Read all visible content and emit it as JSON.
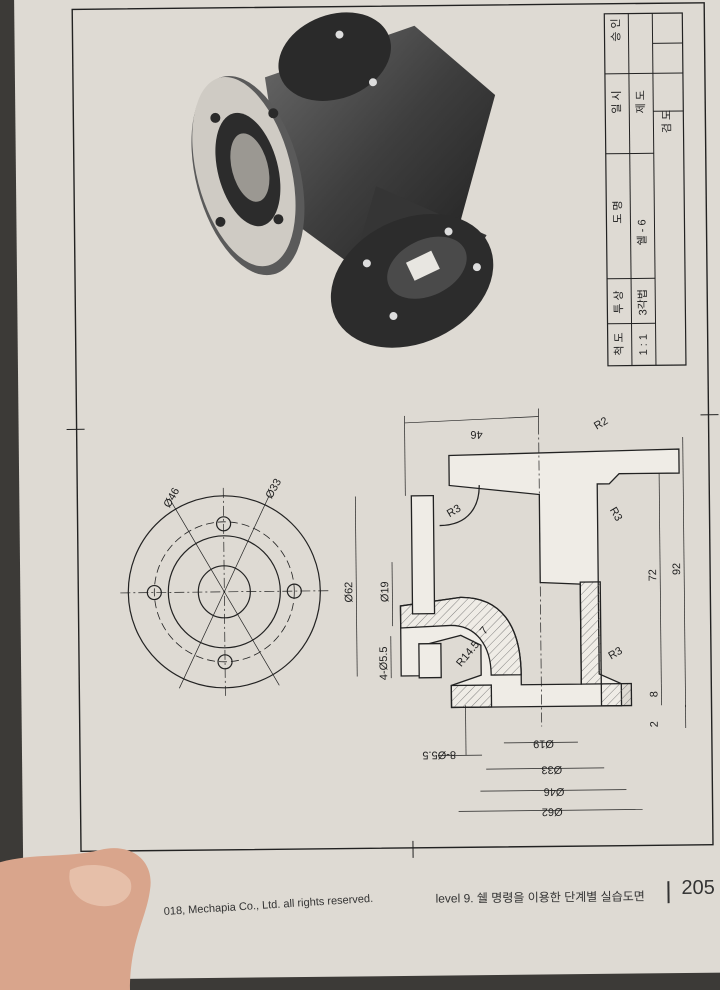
{
  "title_block": {
    "scale_label": "척 도",
    "scale_value": "1 : 1",
    "projection_label": "투 상",
    "projection_value": "3각법",
    "drawing_label": "도 명",
    "drawing_value": "쉘 - 6",
    "date_label": "일 시",
    "drafter_label": "제 도",
    "checker_label": "검 도",
    "approve_label": "승 인"
  },
  "dimensions": {
    "top_width": "46",
    "r2": "R2",
    "r3_a": "R3",
    "r3_b": "R3",
    "r3_c": "R3",
    "d62_left": "Ø62",
    "d19_left": "Ø19",
    "holes_left": "4-Ø5.5",
    "r14": "R14.5",
    "seven": "7",
    "h72": "72",
    "h92": "92",
    "h8": "8",
    "h2": "2",
    "b19": "Ø19",
    "b33": "Ø33",
    "b46": "Ø46",
    "b62": "Ø62",
    "holes_bottom": "8-Ø5.5",
    "circ46": "Ø46",
    "circ33": "Ø33"
  },
  "footer": {
    "copyright": "018, Mechapia Co., Ltd. all rights reserved.",
    "level_text": "level 9. 쉘 명령을 이용한 단계별 실습도면",
    "page_number": "205"
  }
}
